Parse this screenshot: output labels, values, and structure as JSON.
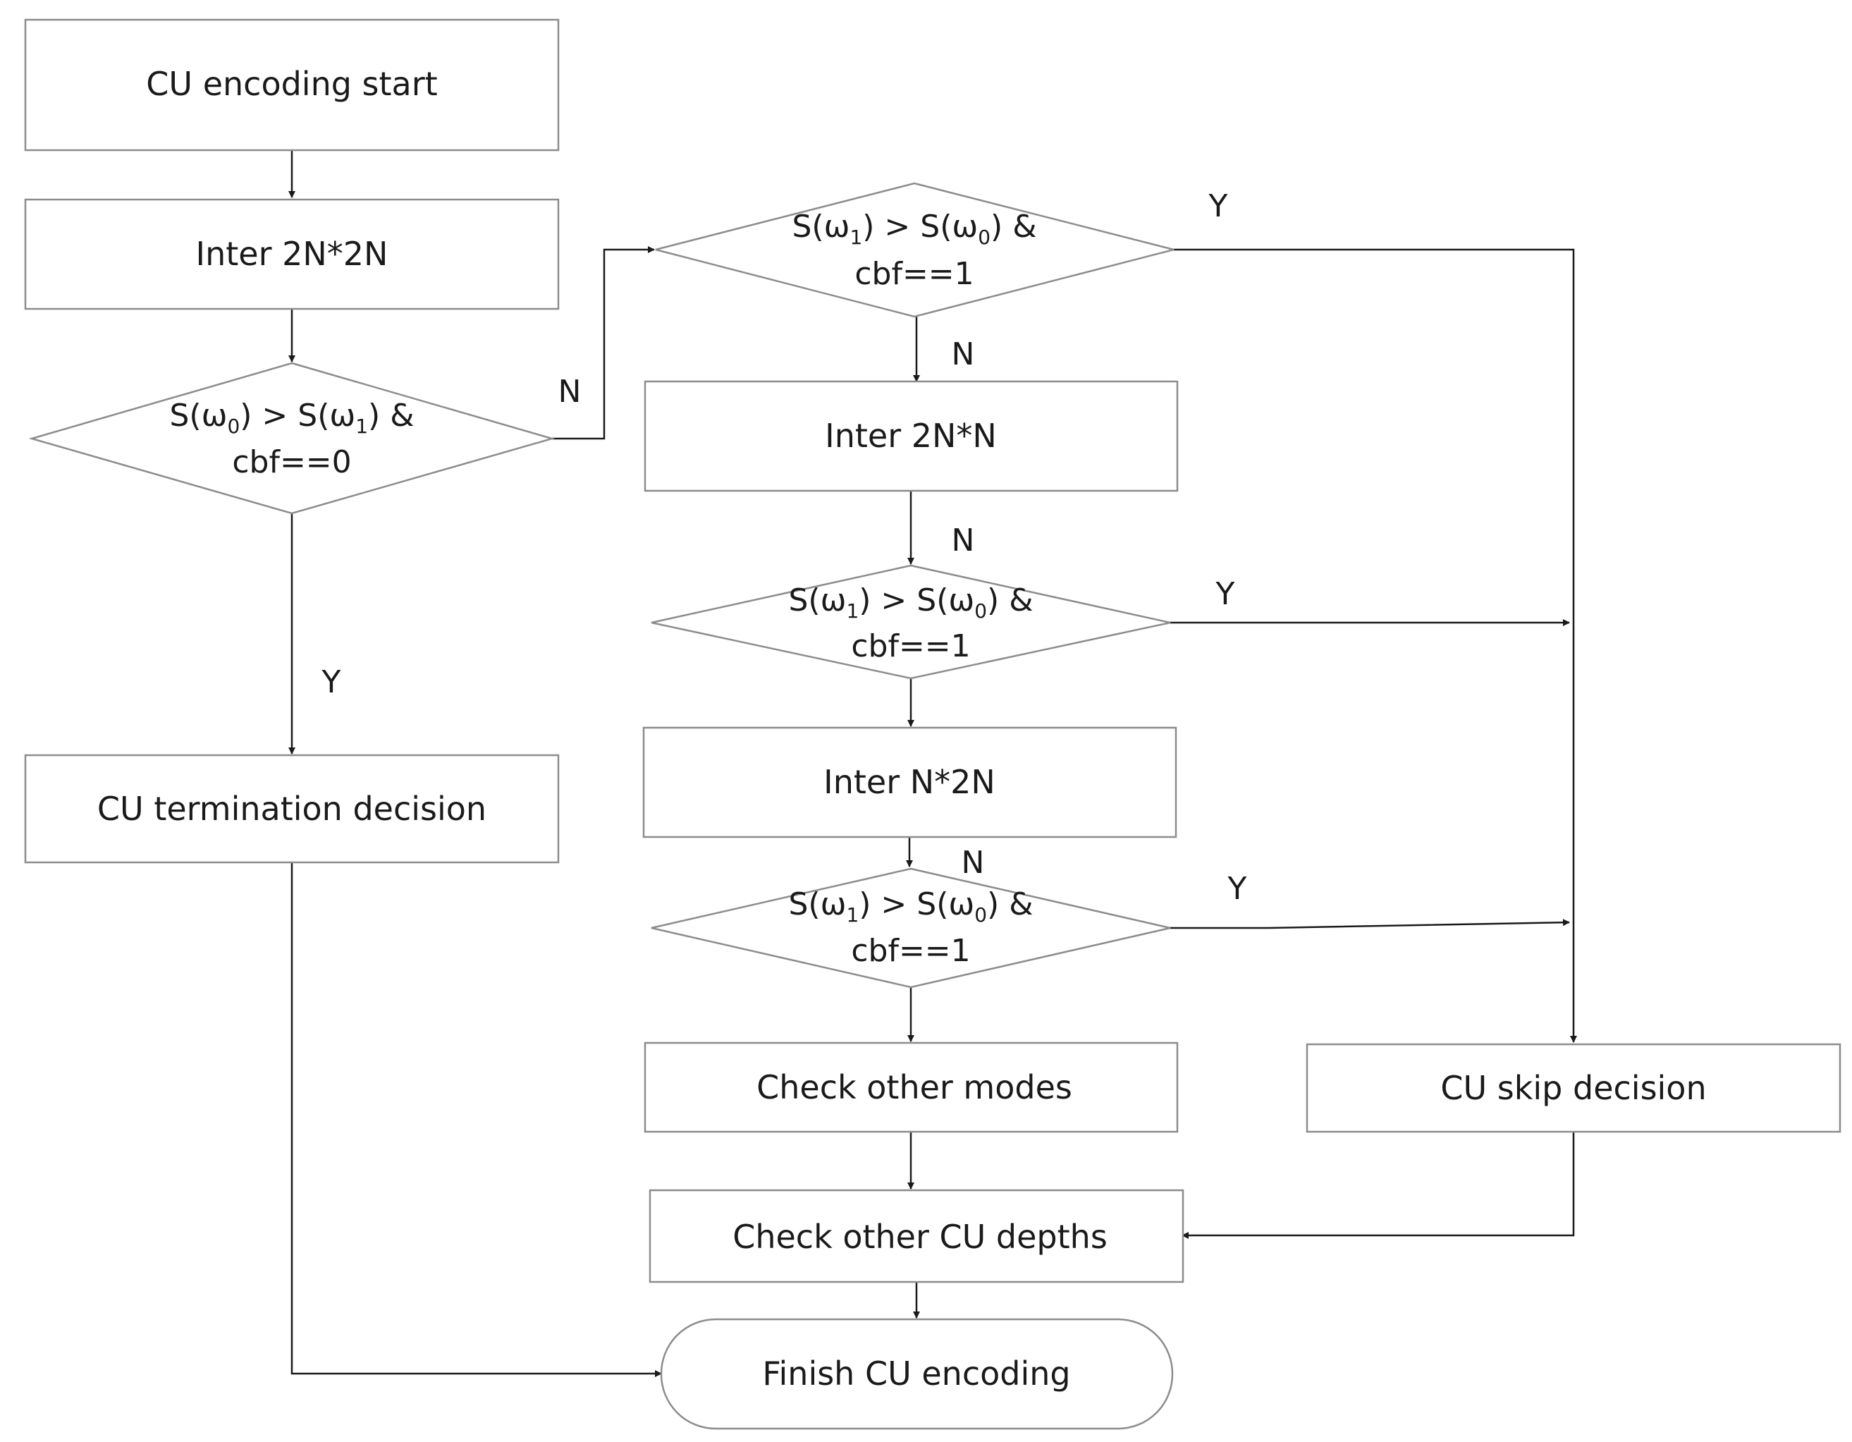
{
  "nodes": {
    "cu_encoding_start": {
      "label": "CU encoding start"
    },
    "inter_2n2n": {
      "label": "Inter 2N*2N"
    },
    "decision_1": {
      "line1": {
        "pre": "S(ω",
        "sub1": "0",
        "mid": ") > S(ω",
        "sub2": "1",
        "post": ") &"
      },
      "line2": "cbf==0"
    },
    "decision_2": {
      "line1": {
        "pre": "S(ω",
        "sub1": "1",
        "mid": ") > S(ω",
        "sub2": "0",
        "post": ") &"
      },
      "line2": "cbf==1"
    },
    "inter_2nn": {
      "label": "Inter 2N*N"
    },
    "decision_3": {
      "line1": {
        "pre": "S(ω",
        "sub1": "1",
        "mid": ") > S(ω",
        "sub2": "0",
        "post": ") &"
      },
      "line2": "cbf==1"
    },
    "inter_n2n": {
      "label": "Inter N*2N"
    },
    "decision_4": {
      "line1": {
        "pre": "S(ω",
        "sub1": "1",
        "mid": ") > S(ω",
        "sub2": "0",
        "post": ") &"
      },
      "line2": "cbf==1"
    },
    "check_other_modes": {
      "label": "Check other modes"
    },
    "cu_skip_decision": {
      "label": "CU skip decision"
    },
    "cu_termination_decision": {
      "label": "CU termination decision"
    },
    "check_other_cu_depths": {
      "label": "Check other CU depths"
    },
    "finish_cu_encoding": {
      "label": "Finish CU encoding"
    }
  },
  "edge_labels": {
    "d1_no": "N",
    "d1_yes": "Y",
    "d2_yes": "Y",
    "d2_no": "N",
    "inter_2nn_to_d3": "N",
    "d3_yes": "Y",
    "inter_n2n_to_d4": "N",
    "d4_yes": "Y"
  }
}
